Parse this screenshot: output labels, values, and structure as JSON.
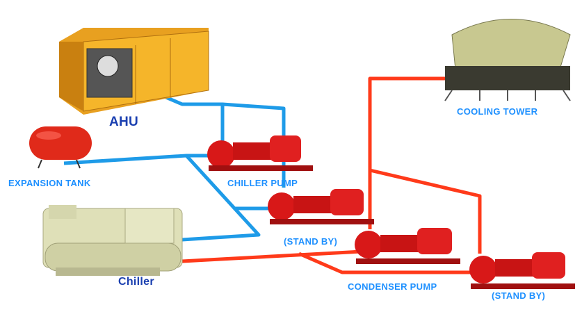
{
  "labels": {
    "ahu": "AHU",
    "expansion_tank": "EXPANSION TANK",
    "chiller_pump": "CHILLER PUMP",
    "chiller_pump_standby": "(STAND BY)",
    "chiller": "Chiller",
    "condenser_pump": "CONDENSER PUMP",
    "condenser_pump_standby": "(STAND BY)",
    "cooling_tower": "COOLING TOWER"
  },
  "colors": {
    "chilled_water_pipe": "#1e9be8",
    "condenser_water_pipe": "#ff3a1a",
    "pump": "#d81818",
    "label": "#1e90ff",
    "label_dark": "#1a3fb0"
  }
}
